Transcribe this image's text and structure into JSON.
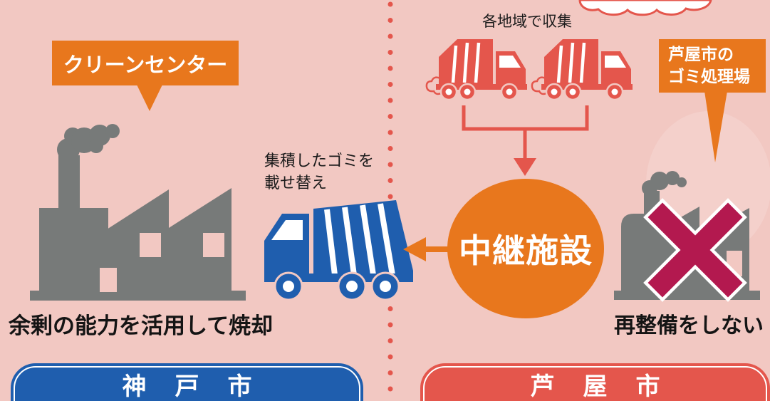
{
  "colors": {
    "background": "#f2c8c2",
    "kobe_blue": "#1f5eae",
    "ashiya_red": "#e4564c",
    "accent_orange": "#e8771d",
    "factory_gray": "#777a79",
    "cross_crimson": "#b3194f"
  },
  "kobe": {
    "facility_callout": "クリーンセンター",
    "caption": "余剰の能力を活用して焼却",
    "city_label": "神戸市"
  },
  "transfer": {
    "reload_note": [
      "集積したゴミを",
      "載せ替え"
    ],
    "hub_label": "中継施設"
  },
  "ashiya": {
    "collection_note": "各地域で収集",
    "facility_callout": [
      "芦屋市の",
      "ゴミ処理場"
    ],
    "caption": "再整備をしない",
    "city_label": "芦屋市"
  }
}
